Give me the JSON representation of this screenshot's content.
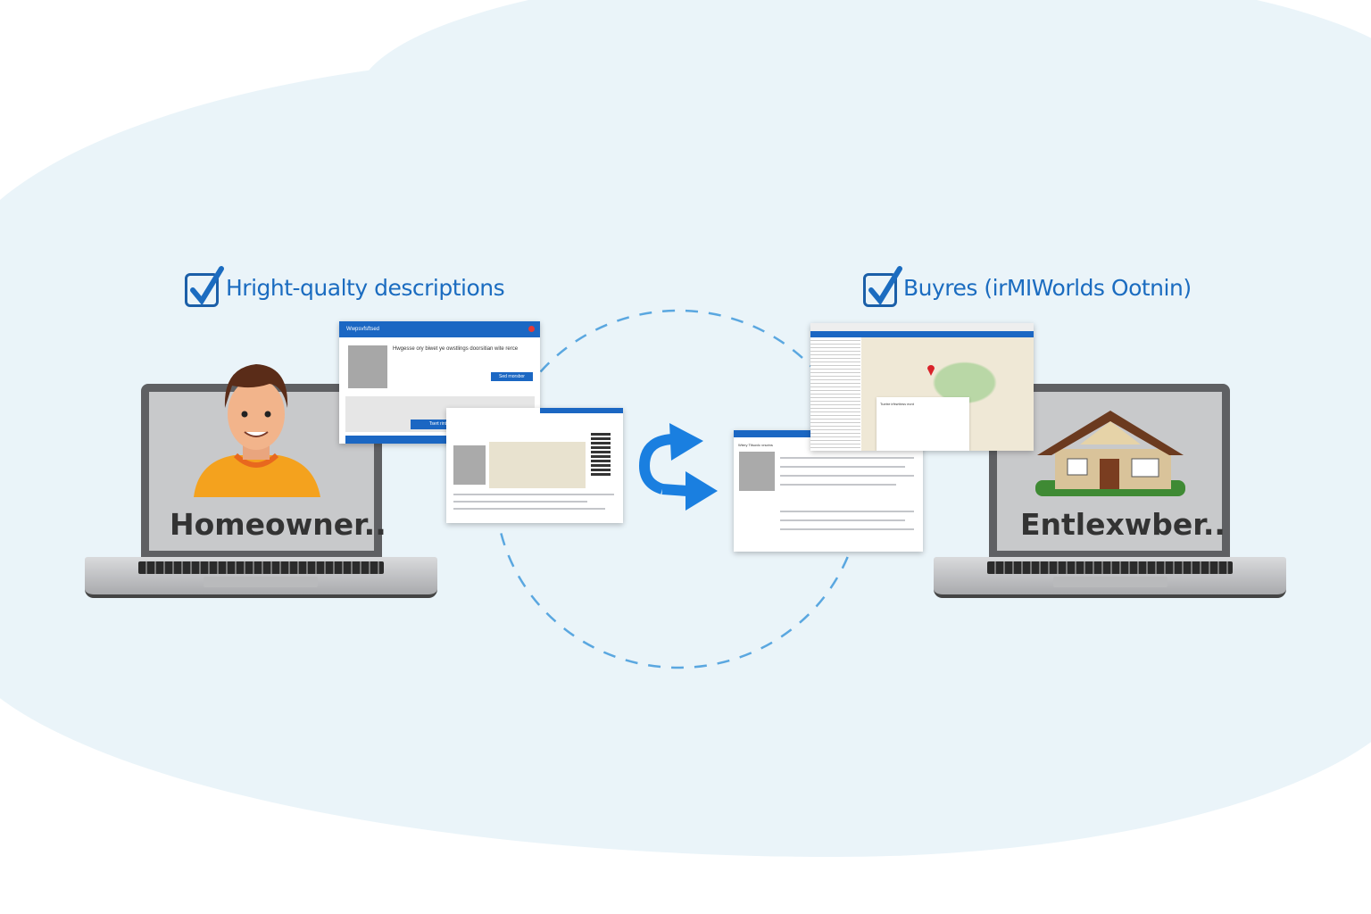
{
  "headings": {
    "left": "Hright-qualty descriptions",
    "right": "Buyres (irMIWorlds Ootnin)"
  },
  "laptops": {
    "left_label": "Homeowner..",
    "right_label": "Entlexwber.."
  },
  "windows": {
    "profile": {
      "title": "Wwpsvfsftsed",
      "headline": "Hwgesse ory biwet ye owstlings doorsitian wite rerce",
      "button": "Sed rnorsbor",
      "footer_button": "Tsert rintdt"
    },
    "map": {
      "popup_title": "Tuetre irfrsrtbrsv ecnt"
    },
    "listing": {
      "title": "Wtery Ttlsovlc vrsctns"
    }
  },
  "colors": {
    "accent": "#1b6cc0",
    "background_blob": "#eaf4f9",
    "arrow": "#1a7fe0",
    "map_pin": "#d9222a"
  },
  "icons": [
    "checkbox-icon",
    "person-avatar",
    "house-icon",
    "cycle-arrows-icon",
    "map-pin-icon"
  ]
}
